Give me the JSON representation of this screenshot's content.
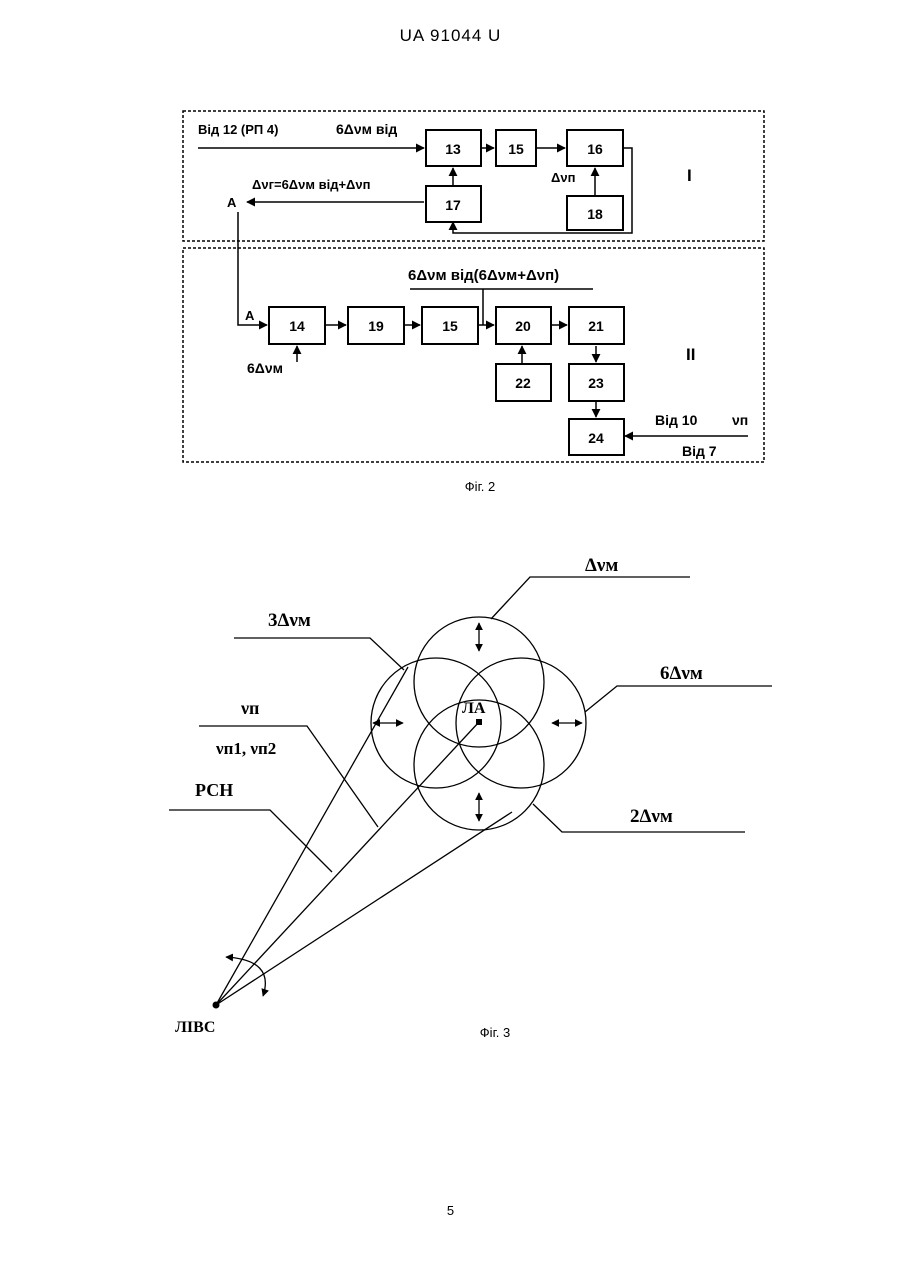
{
  "header": {
    "doc_number": "UA   91044   U"
  },
  "fig2": {
    "caption": "Фіг. 2",
    "section_1_label": "I",
    "section_2_label": "II",
    "input_label": "Від 12 (РП 4)",
    "input_freq_label": "6Δνм від",
    "feedback_label": "Δνг=6Δνм від+Δνп",
    "dvp_label": "Δνп",
    "node_a_1": "A",
    "node_a_2": "A",
    "bus_label": "6Δνм від(6Δνм+Δνп)",
    "input_14_label": "6Δνм",
    "from_10_label": "Від 10",
    "vp_label": "νп",
    "from_7_label": "Від 7",
    "blocks": {
      "b13": "13",
      "b15a": "15",
      "b16": "16",
      "b17": "17",
      "b18": "18",
      "b14": "14",
      "b19": "19",
      "b15b": "15",
      "b20": "20",
      "b21": "21",
      "b22": "22",
      "b23": "23",
      "b24": "24"
    }
  },
  "fig3": {
    "caption": "Фіг. 3",
    "label_dvm": "Δνм",
    "label_3dvm": "3Δνм",
    "label_6dvm": "6Δνм",
    "label_2dvm": "2Δνм",
    "label_vp": "νп",
    "label_vp12": "νп1, νп2",
    "label_rsn": "РСН",
    "label_la": "ЛА",
    "label_livs": "ЛІВС"
  },
  "footer": {
    "page_number": "5"
  }
}
